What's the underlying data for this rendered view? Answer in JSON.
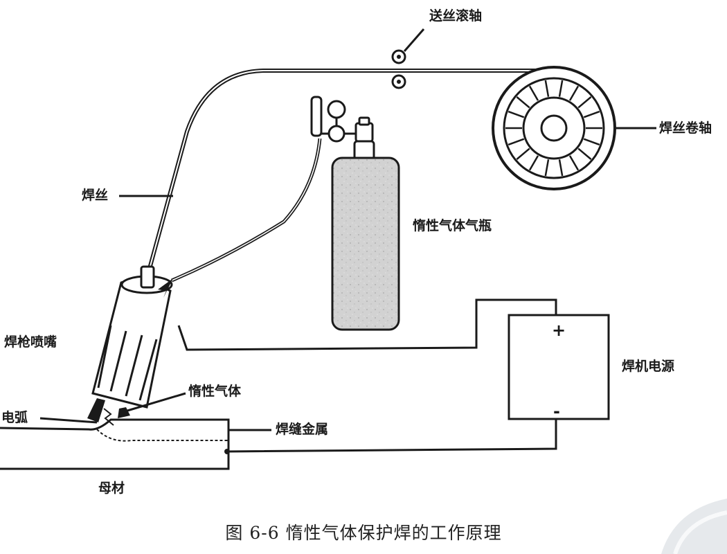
{
  "labels": {
    "feed_roller": "送丝滚轴",
    "wire_spool": "焊丝卷轴",
    "wire": "焊丝",
    "gas_cylinder": "惰性气体气瓶",
    "torch_nozzle": "焊枪喷嘴",
    "power_source": "焊机电源",
    "inert_gas": "惰性气体",
    "arc": "电弧",
    "weld_metal": "焊缝金属",
    "base_metal": "母材"
  },
  "power": {
    "plus": "+",
    "minus": "-"
  },
  "caption": "图 6-6   惰性气体保护焊的工作原理",
  "colors": {
    "line": "#1a1a1a",
    "cylinder": "#cfcfcf"
  }
}
